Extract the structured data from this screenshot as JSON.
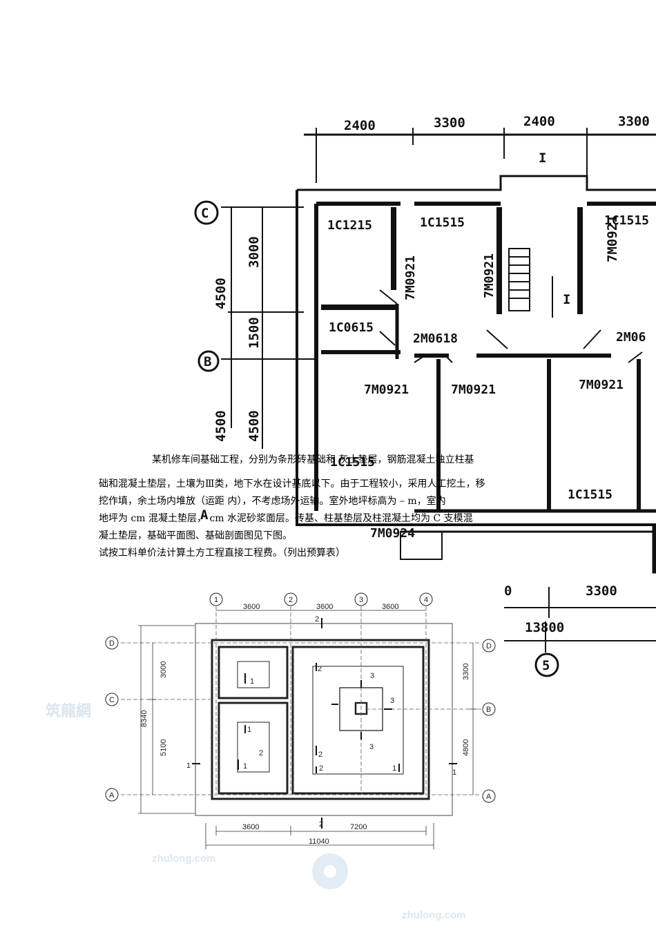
{
  "floor_plan": {
    "top_dims": [
      "2400",
      "3300",
      "2400",
      "3300"
    ],
    "left_dims": [
      "3000",
      "1500",
      "4500",
      "4500",
      "4500"
    ],
    "axes": [
      "C",
      "B",
      "A",
      "5"
    ],
    "rooms": [
      "1C1215",
      "1C1515",
      "1C1515",
      "7M0921",
      "7M0921",
      "1C0615",
      "2M0618",
      "2M06",
      "7M0921",
      "7M0921",
      "7M0921",
      "1C1515",
      "1C1515",
      "7M0924"
    ],
    "section_marks": [
      "I",
      "I"
    ],
    "bottom_dims": [
      "0",
      "3300",
      "13800"
    ]
  },
  "problem": {
    "line1": "某机修车间基础工程，分别为条形砖基础和      灰土垫层，钢筋混凝土独立柱基",
    "line2": "础和混凝土垫层，土壤为Ⅲ类，地下水在设计基底以下。由于工程较小，采用人工挖土，移",
    "line3": "挖作填，余土场内堆放（运距        内），不考虑场外运输。室外地坪标高为 –         m，室内",
    "line4": "地坪为    cm 混凝土垫层，   cm 水泥砂浆面层。砖基、柱基垫层及柱混凝土均为 C      支模混",
    "line5": "凝土垫层，基础平面图、基础剖面图见下图。",
    "line6": "试按工料单价法计算土方工程直接工程费。（列出预算表）"
  },
  "foundation_plan": {
    "col_axes": [
      "1",
      "2",
      "3",
      "4"
    ],
    "row_axes_left": [
      "D",
      "C",
      "A"
    ],
    "row_axes_right": [
      "D",
      "B",
      "A"
    ],
    "top_dims": [
      "3600",
      "3600",
      "3600"
    ],
    "left_dims": [
      "3000",
      "5100"
    ],
    "left_total": "8340",
    "right_dims": [
      "3300",
      "4800"
    ],
    "bottom_dims": [
      "3600",
      "7200"
    ],
    "bottom_total": "11040",
    "section_marks": [
      "2",
      "2",
      "1",
      "1",
      "1",
      "1",
      "2",
      "1",
      "2",
      "2",
      "1",
      "3",
      "3",
      "3"
    ]
  },
  "watermarks": [
    "筑龍網",
    "zhulong.com",
    "zhulong.com"
  ]
}
